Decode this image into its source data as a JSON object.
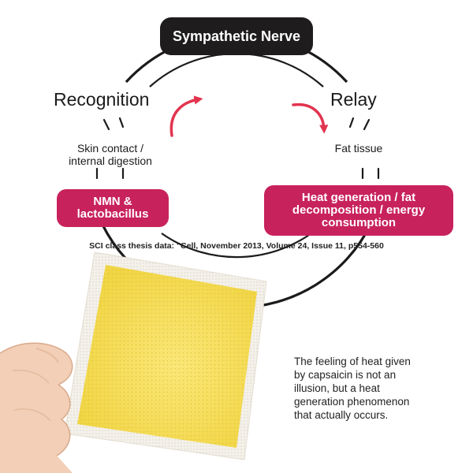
{
  "diagram": {
    "top_node": "Sympathetic Nerve",
    "left_heading": "Recognition",
    "right_heading": "Relay",
    "left_caption_line1": "Skin contact /",
    "left_caption_line2": "internal digestion",
    "right_caption": "Fat tissue",
    "left_pill_line1": "NMN &",
    "left_pill_line2": "lactobacillus",
    "right_pill_line1": "Heat generation / fat",
    "right_pill_line2": "decomposition /  energy",
    "right_pill_line3": "consumption",
    "citation": "SCI class thesis data: \"Cell, November 2013, Volume 24, Issue 11, p554-560",
    "note_line1": "The feeling of heat given",
    "note_line2": "by capsaicin is not an",
    "note_line3": "illusion, but a heat",
    "note_line4": "generation phenomenon",
    "note_line5": "that actually occurs.",
    "colors": {
      "pill_pink": "#c8225c",
      "pill_dark": "#1e1c1d",
      "arrow": "#e2344f",
      "ring": "#1b1b1b"
    },
    "icons": {
      "arrow": "curved-arrow-icon",
      "patch": "yellow-patch-image",
      "hand": "hand-image"
    }
  }
}
